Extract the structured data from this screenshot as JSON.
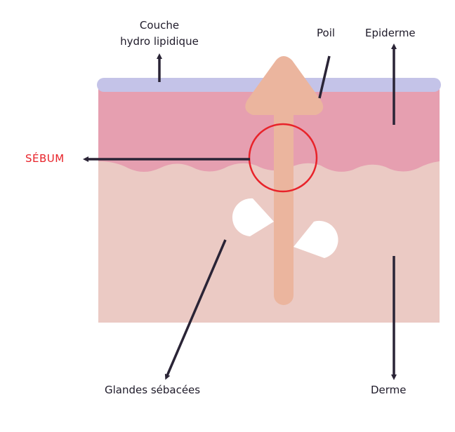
{
  "labels": {
    "lipid_layer_line1": "Couche",
    "lipid_layer_line2": "hydro lipidique",
    "hair": "Poil",
    "epidermis": "Epiderme",
    "sebum": "SÉBUM",
    "sebaceous_glands": "Glandes sébacées",
    "dermis": "Derme"
  },
  "colors": {
    "lipid_layer": "#c4c3e8",
    "epidermis": "#e69fb0",
    "dermis": "#ebcac4",
    "hair": "#ebb59e",
    "gland": "#ffffff",
    "sebum_highlight": "#e8232a",
    "arrow": "#2a2436"
  }
}
